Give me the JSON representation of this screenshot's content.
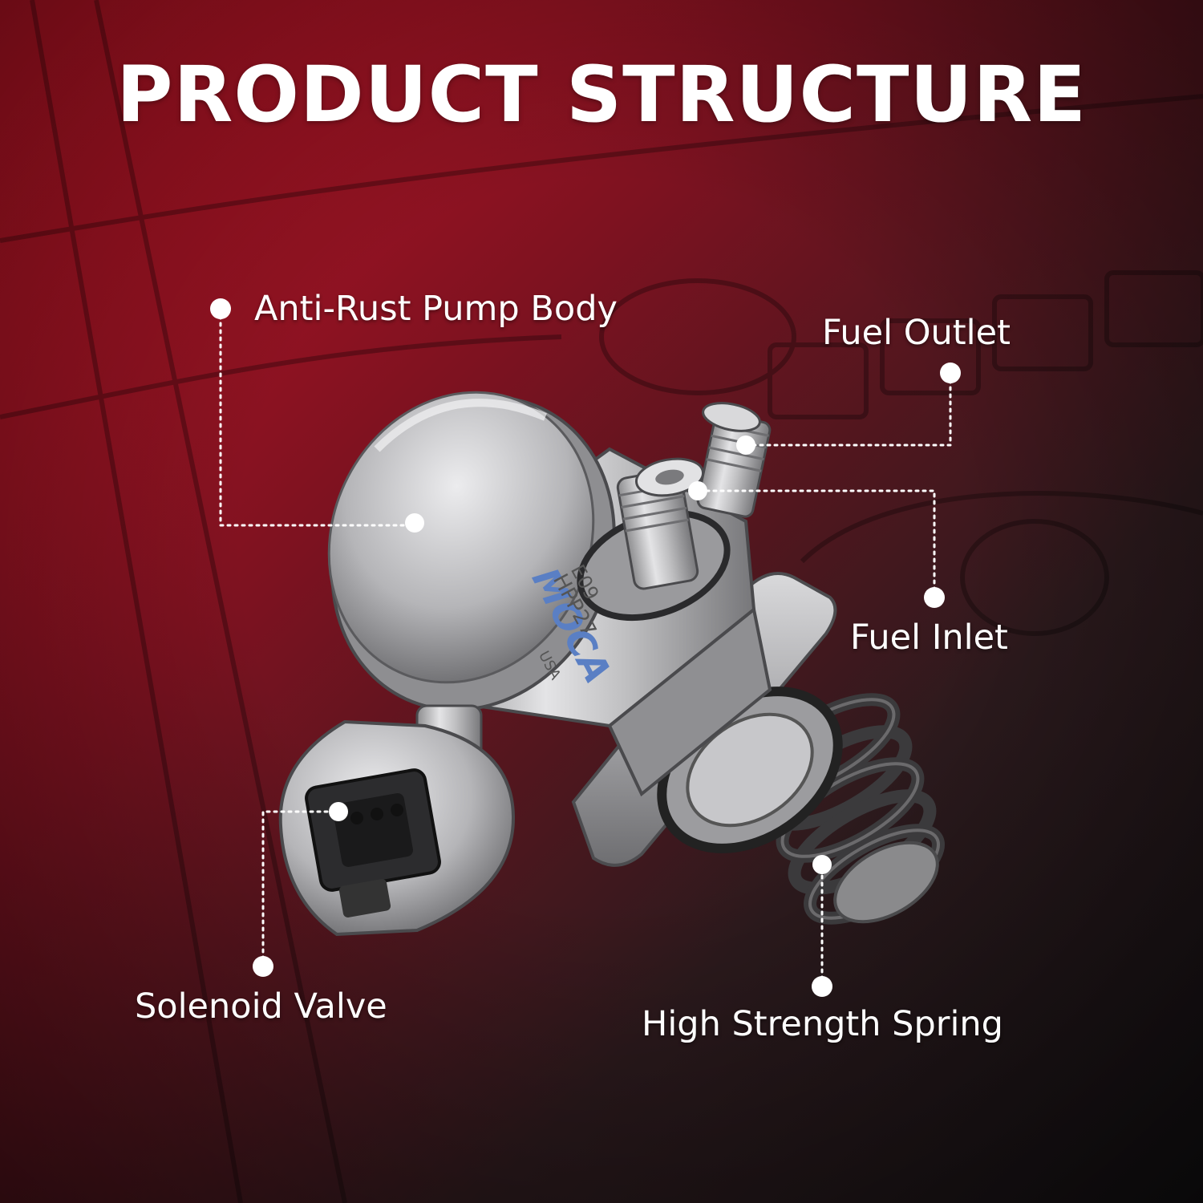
{
  "heading": "PRODUCT STRUCTURE",
  "callouts": {
    "pump_body": "Anti-Rust Pump Body",
    "fuel_outlet": "Fuel Outlet",
    "fuel_inlet": "Fuel Inlet",
    "solenoid_valve": "Solenoid Valve",
    "spring": "High Strength Spring"
  },
  "product_markings": {
    "brand": "MOCA",
    "country": "USA",
    "model": "HPP27",
    "code": "E09"
  },
  "colors": {
    "accent_red": "#b3132a",
    "dark": "#161416",
    "text": "#ffffff",
    "metal": "#c9c9c9"
  }
}
